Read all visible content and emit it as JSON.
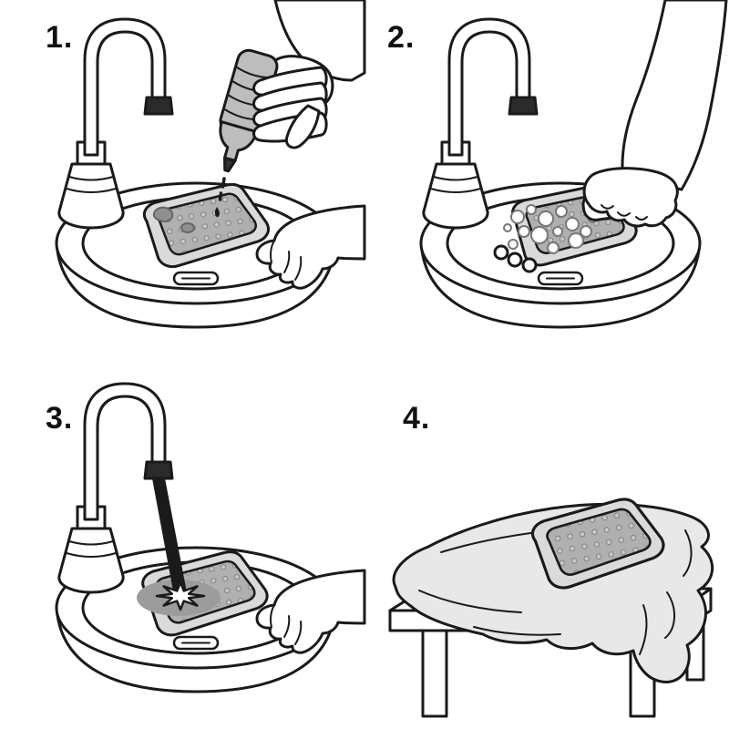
{
  "figure": {
    "type": "instructional-diagram",
    "steps": [
      {
        "label": "1.",
        "name": "apply-soap"
      },
      {
        "label": "2.",
        "name": "scrub"
      },
      {
        "label": "3.",
        "name": "rinse"
      },
      {
        "label": "4.",
        "name": "air-dry"
      }
    ]
  },
  "colors": {
    "line": "#1a1a1a",
    "pad_rim": "#dadada",
    "pad_surface": "#b0b0b0",
    "soap_blob": "#8f8f8f",
    "soap_bottle": "#bdbdbd",
    "water_stream": "#1a1a1a",
    "wet_patch": "#9c9c9c",
    "towel": "#e8e8e8",
    "background": "#ffffff"
  }
}
